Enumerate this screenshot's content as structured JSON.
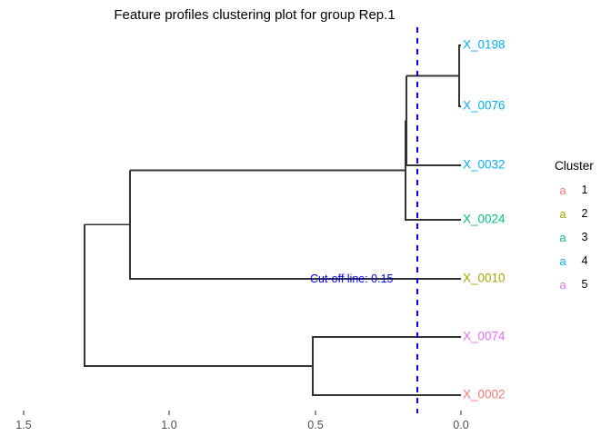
{
  "title": "Feature profiles clustering plot for group Rep.1",
  "chart_data": {
    "type": "dendrogram",
    "title": "Feature profiles clustering plot for group Rep.1",
    "xlabel": "",
    "ylabel": "",
    "axis": {
      "orientation": "horizontal-reversed",
      "ticks": [
        "1.5",
        "1.0",
        "0.5",
        "0.0"
      ],
      "tick_values": [
        1.5,
        1.0,
        0.5,
        0.0
      ],
      "xlim": [
        1.58,
        0.0
      ],
      "grid": false
    },
    "cutoff": {
      "label": "Cut-off line: 0.15",
      "value": 0.15,
      "color": "#0000ff",
      "style": "dashed"
    },
    "leaves": [
      {
        "name": "X_0198",
        "cluster": 4,
        "color": "#00B0F6",
        "height": 0.0,
        "order": 1
      },
      {
        "name": "X_0076",
        "cluster": 4,
        "color": "#00B0F6",
        "height": 0.0,
        "order": 2
      },
      {
        "name": "X_0032",
        "cluster": 4,
        "color": "#00B0F6",
        "height": 0.0,
        "order": 3
      },
      {
        "name": "X_0024",
        "cluster": 3,
        "color": "#00BF7D",
        "height": 0.0,
        "order": 4
      },
      {
        "name": "X_0010",
        "cluster": 2,
        "color": "#A3A500",
        "height": 0.0,
        "order": 5
      },
      {
        "name": "X_0074",
        "cluster": 5,
        "color": "#E76BF3",
        "height": 0.0,
        "order": 6
      },
      {
        "name": "X_0002",
        "cluster": 1,
        "color": "#F8766D",
        "height": 0.0,
        "order": 7
      }
    ],
    "merges": [
      {
        "id": "n1",
        "members": [
          "X_0198",
          "X_0076"
        ],
        "height": 0.006
      },
      {
        "id": "n2",
        "members": [
          "n1",
          "X_0032"
        ],
        "height": 0.188
      },
      {
        "id": "n3",
        "members": [
          "n2",
          "X_0024"
        ],
        "height": 0.191
      },
      {
        "id": "n4",
        "members": [
          "n3",
          "X_0010"
        ],
        "height": 1.138
      },
      {
        "id": "n5",
        "members": [
          "X_0074",
          "X_0002"
        ],
        "height": 0.509
      },
      {
        "id": "n6",
        "members": [
          "n4",
          "n5"
        ],
        "height": 1.294
      }
    ],
    "branch_color": "#333333"
  },
  "legend": {
    "title": "Cluster",
    "key_glyph": "a",
    "items": [
      {
        "label": "1",
        "color": "#F8766D"
      },
      {
        "label": "2",
        "color": "#A3A500"
      },
      {
        "label": "3",
        "color": "#00BF7D"
      },
      {
        "label": "4",
        "color": "#00B0F6"
      },
      {
        "label": "5",
        "color": "#E76BF3"
      }
    ]
  }
}
